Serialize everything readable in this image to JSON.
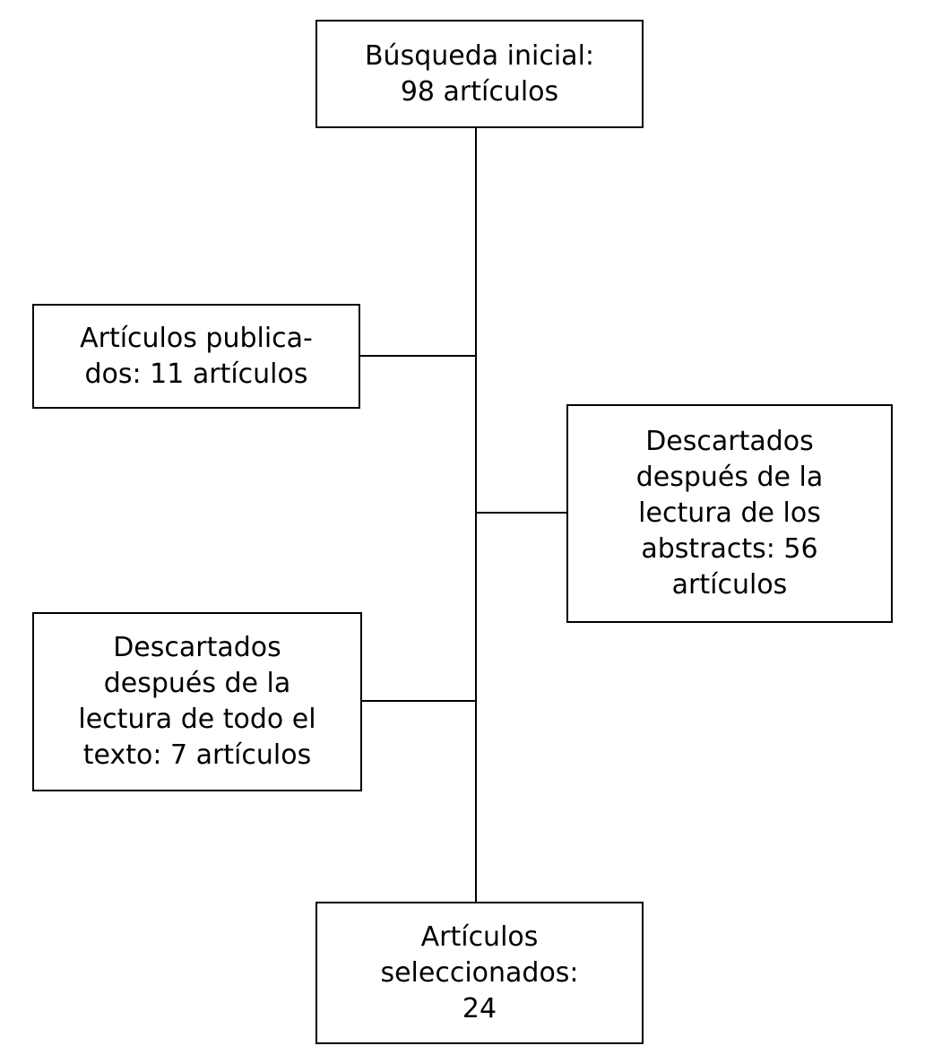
{
  "page": {
    "background_color": "#ffffff",
    "line_color": "#000000",
    "text_color": "#000000"
  },
  "flowchart": {
    "type": "article-selection-flow-diagram",
    "nodes": {
      "initial_search": {
        "label": "Búsqueda inicial:\n98 artículos",
        "count": 98
      },
      "published": {
        "label": "Artículos publica-\ndos: 11 artículos",
        "count": 11
      },
      "discarded_abstracts": {
        "label": "Descartados\ndespués de la\nlectura de los\nabstracts: 56\nartículos",
        "count": 56
      },
      "discarded_full_text": {
        "label": "Descartados\ndespués de la\nlectura de todo el\ntexto: 7 artículos",
        "count": 7
      },
      "selected": {
        "label": "Artículos\nseleccionados:\n24",
        "count": 24
      }
    },
    "connections": [
      "initial_search -> published",
      "initial_search -> discarded_abstracts",
      "initial_search -> discarded_full_text",
      "initial_search -> selected"
    ]
  }
}
